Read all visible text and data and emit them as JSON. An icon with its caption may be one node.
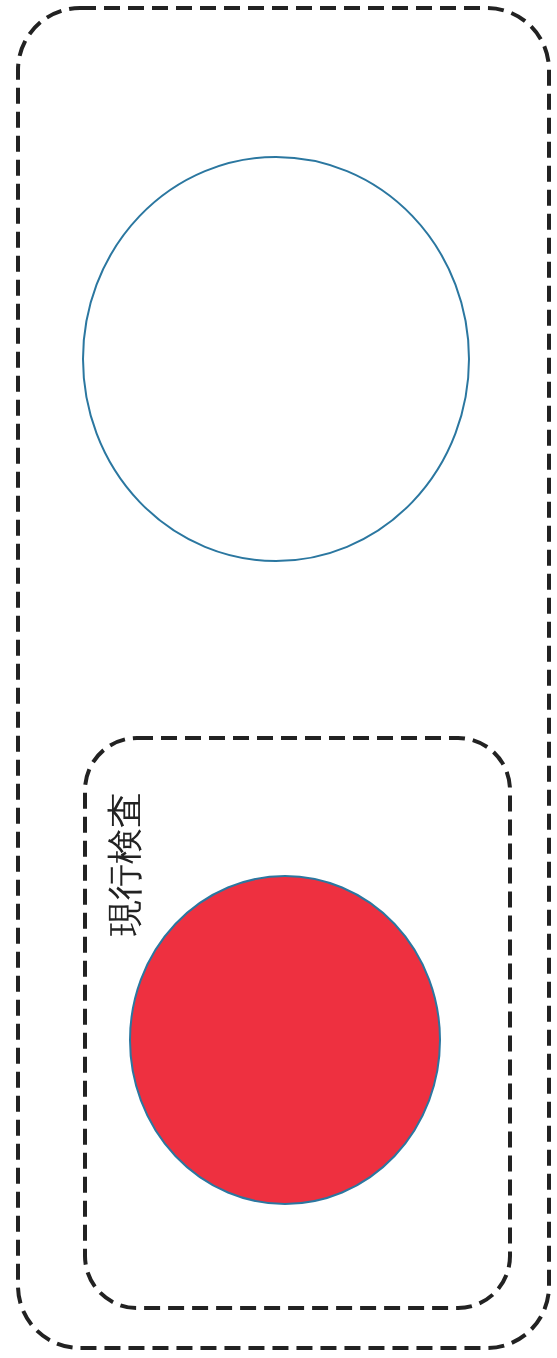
{
  "diagram": {
    "nodes": [
      {
        "text": [],
        "shape": "box"
      },
      {
        "text": [],
        "shape": "circle",
        "in": 0
      },
      {
        "text": [
          "現行検査"
        ],
        "in": 0
      },
      {
        "text": [],
        "shape": "circle",
        "in": 2
      }
    ]
  }
}
